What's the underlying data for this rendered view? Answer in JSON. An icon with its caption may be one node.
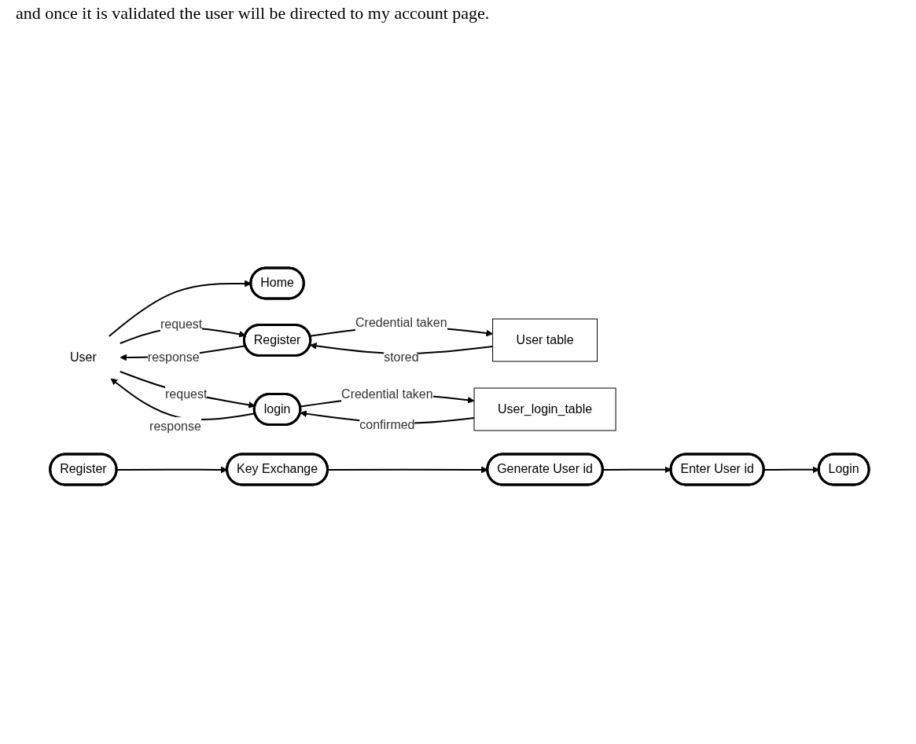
{
  "diagram": {
    "nodes": [
      {
        "text": [
          "User"
        ]
      },
      {
        "text": [
          "Home"
        ]
      },
      {
        "text": [
          "Register"
        ]
      },
      {
        "text": [
          "login"
        ]
      },
      {
        "text": [
          "User table"
        ]
      },
      {
        "text": [
          "User_login_table"
        ]
      },
      {
        "text": [
          "Register"
        ]
      },
      {
        "text": [
          "Key Exchange"
        ]
      },
      {
        "text": [
          "Generate User id"
        ]
      },
      {
        "text": [
          "Enter User id"
        ]
      },
      {
        "text": [
          "Login"
        ]
      }
    ],
    "edges": [
      {
        "from": 0,
        "to": 1,
        "arrow": "to"
      },
      {
        "from": 0,
        "to": 2,
        "label": "request",
        "arrow": "to"
      },
      {
        "from": 2,
        "to": 0,
        "label": "response",
        "arrow": "to"
      },
      {
        "from": 0,
        "to": 3,
        "label": "request",
        "arrow": "to"
      },
      {
        "from": 3,
        "to": 0,
        "label": "response",
        "arrow": "to"
      },
      {
        "from": 2,
        "to": 4,
        "label": "Credential taken",
        "arrow": "to"
      },
      {
        "from": 4,
        "to": 2,
        "label": "stored",
        "arrow": "to"
      },
      {
        "from": 3,
        "to": 5,
        "label": "Credential taken",
        "arrow": "to"
      },
      {
        "from": 5,
        "to": 3,
        "label": "confirmed",
        "arrow": "to"
      },
      {
        "from": 6,
        "to": 7,
        "arrow": "to"
      },
      {
        "from": 7,
        "to": 8,
        "arrow": "to"
      },
      {
        "from": 8,
        "to": 9,
        "arrow": "to"
      },
      {
        "from": 9,
        "to": 10,
        "arrow": "to"
      }
    ],
    "labels": [
      "and once it is validated the user will be directed to my account page."
    ]
  }
}
